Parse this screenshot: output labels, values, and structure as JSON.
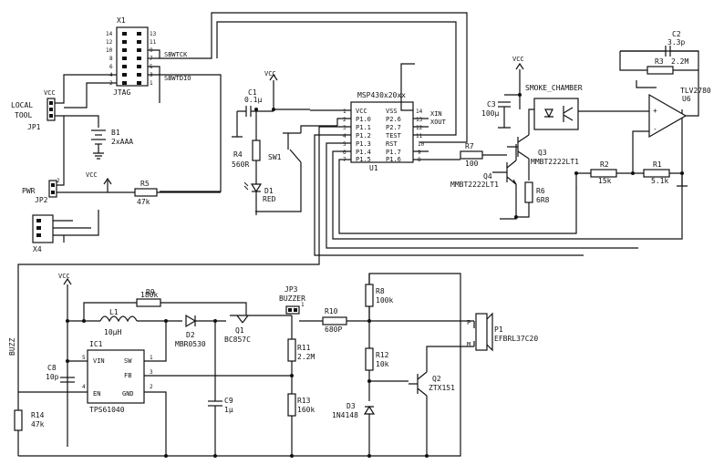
{
  "labels": {
    "x1": "X1",
    "jtag": "JTAG",
    "sbwtck": "SBWTCK",
    "sbwtdio": "SBWTDIO",
    "jtag_pins_left": [
      "14",
      "12",
      "10",
      "8",
      "6",
      "4",
      "2"
    ],
    "jtag_pins_right": [
      "13",
      "11",
      "9",
      "7",
      "5",
      "3",
      "1"
    ],
    "vcc": "VCC",
    "local": "LOCAL",
    "tool": "TOOL",
    "jp1": "JP1",
    "b1": "B1",
    "b1_val": "2xAAA",
    "pwr": "PWR",
    "jp2": "JP2",
    "r5": "R5",
    "r5_val": "47k",
    "x4": "X4",
    "c1": "C1",
    "c1_val": "0.1µ",
    "r4": "R4",
    "r4_val": "560R",
    "sw1": "SW1",
    "d1": "D1",
    "d1_val": "RED",
    "u1": "U1",
    "mcu": "MSP430x20xx",
    "mcu_left": [
      "VCC",
      "P1.0",
      "P1.1",
      "P1.2",
      "P1.3",
      "P1.4",
      "P1.5"
    ],
    "mcu_left_pins": [
      "1",
      "2",
      "3",
      "4",
      "5",
      "6",
      "7"
    ],
    "mcu_right": [
      "VSS",
      "P2.6",
      "P2.7",
      "TEST",
      "RST",
      "P1.7",
      "P1.6"
    ],
    "mcu_right_pins": [
      "14",
      "13",
      "12",
      "11",
      "10",
      "9",
      "8"
    ],
    "xin": "XIN",
    "xout": "XOUT",
    "c3": "C3",
    "c3_val": "100µ",
    "smoke": "SMOKE_CHAMBER",
    "r7": "R7",
    "r7_val": "100",
    "q3": "Q3",
    "q3_val": "MMBT2222LT1",
    "q4": "Q4",
    "q4_val": "MMBT2222LT1",
    "r6": "R6",
    "r6_val": "6R8",
    "c2": "C2",
    "c2_val": "3.3p",
    "r3": "R3",
    "r3_val": "2.2M",
    "u6_val": "TLV2780",
    "u6": "U6",
    "r2": "R2",
    "r2_val": "15k",
    "r1": "R1",
    "r1_val": "5.1k",
    "r9": "R9",
    "r9_val": "180k",
    "l1": "L1",
    "l1_val": "10µH",
    "d2": "D2",
    "d2_val": "MBR0530",
    "q1": "Q1",
    "q1_val": "BC857C",
    "jp3": "JP3",
    "buzzer": "BUZZER",
    "r10": "R10",
    "r10_val": "680P",
    "r8": "R8",
    "r8_val": "100k",
    "p1": "P1",
    "p1_val": "EFBRL37C20",
    "r11": "R11",
    "r11_val": "2.2M",
    "r12": "R12",
    "r12_val": "10k",
    "q2": "Q2",
    "q2_val": "ZTX151",
    "d3": "D3",
    "d3_val": "1N4148",
    "r13": "R13",
    "r13_val": "160k",
    "c9": "C9",
    "c9_val": "1µ",
    "c8": "C8",
    "c8_val": "10p",
    "ic1": "IC1",
    "ic1_val": "TPS61040",
    "ic1_pins": [
      "VIN",
      "SW",
      "FB",
      "EN",
      "GND"
    ],
    "r14": "R14",
    "r14_val": "47k",
    "buzz": "BUZZ",
    "p_pin": "P",
    "m_pin": "M"
  }
}
